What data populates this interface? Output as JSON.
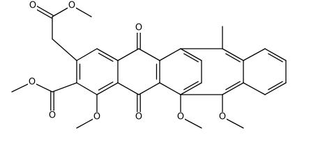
{
  "structure": {
    "type": "skeletal_formula",
    "bond_color": "#000000",
    "atom_labels": [
      {
        "id": "o_ester_carbonyl_top",
        "text": "O"
      },
      {
        "id": "o_ester_ether_top",
        "text": "O"
      },
      {
        "id": "o_quinone_top",
        "text": "O"
      },
      {
        "id": "o_ester_ether_left",
        "text": "O"
      },
      {
        "id": "o_ester_carbonyl_left",
        "text": "O"
      },
      {
        "id": "o_methoxy_1",
        "text": "O"
      },
      {
        "id": "o_quinone_bottom",
        "text": "O"
      },
      {
        "id": "o_methoxy_2",
        "text": "O"
      },
      {
        "id": "o_methoxy_3",
        "text": "O"
      }
    ]
  }
}
